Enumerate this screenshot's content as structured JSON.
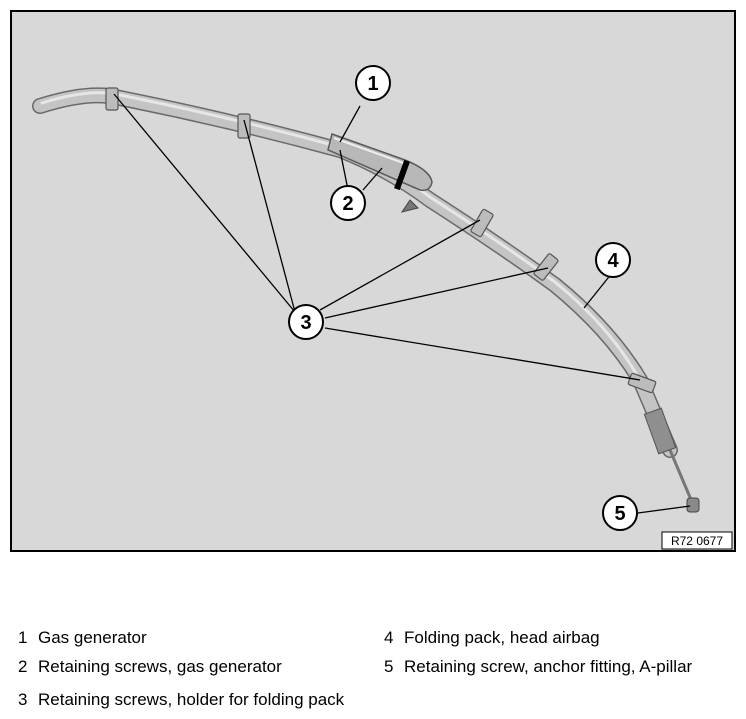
{
  "figure": {
    "reference": "R72 0677",
    "callouts": [
      "1",
      "2",
      "3",
      "4",
      "5"
    ]
  },
  "legend": [
    {
      "number": "1",
      "text": "Gas generator"
    },
    {
      "number": "2",
      "text": "Retaining screws, gas generator"
    },
    {
      "number": "3",
      "text": "Retaining screws, holder for folding pack"
    },
    {
      "number": "4",
      "text": "Folding pack, head airbag"
    },
    {
      "number": "5",
      "text": "Retaining screw, anchor fitting, A-pillar"
    }
  ],
  "colors": {
    "panel_background": "#d8d8d8",
    "panel_border": "#000000",
    "tube_fill": "#c4c4c4",
    "tube_highlight": "#e6e6e6"
  }
}
